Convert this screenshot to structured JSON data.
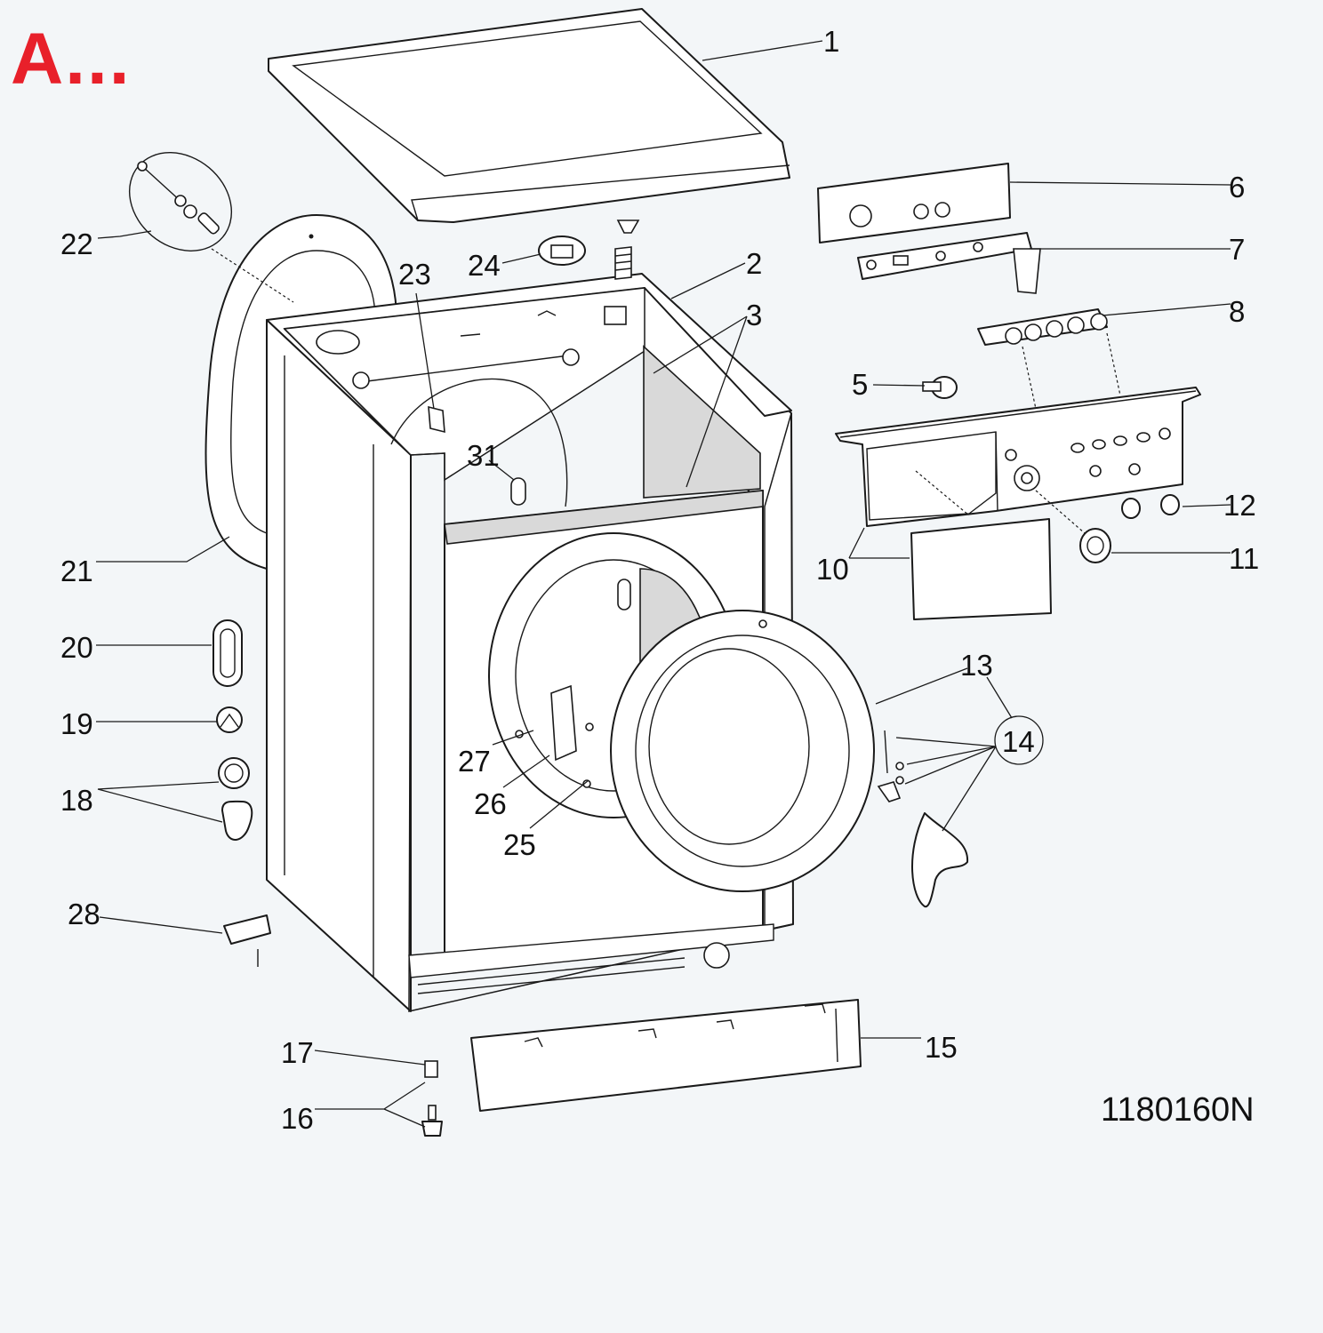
{
  "header": {
    "corner_label": "A..."
  },
  "footer": {
    "drawing_code": "1180160N"
  },
  "colors": {
    "corner_label": "#e8202a",
    "background": "#f3f6f8",
    "line": "#1a1a1a"
  },
  "callouts": {
    "c1": "1",
    "c2": "2",
    "c3": "3",
    "c5": "5",
    "c6": "6",
    "c7": "7",
    "c8": "8",
    "c10": "10",
    "c11": "11",
    "c12": "12",
    "c13": "13",
    "c14": "14",
    "c15": "15",
    "c16": "16",
    "c17": "17",
    "c18": "18",
    "c19": "19",
    "c20": "20",
    "c21": "21",
    "c22": "22",
    "c23": "23",
    "c24": "24",
    "c25": "25",
    "c26": "26",
    "c27": "27",
    "c28": "28",
    "c31": "31"
  }
}
